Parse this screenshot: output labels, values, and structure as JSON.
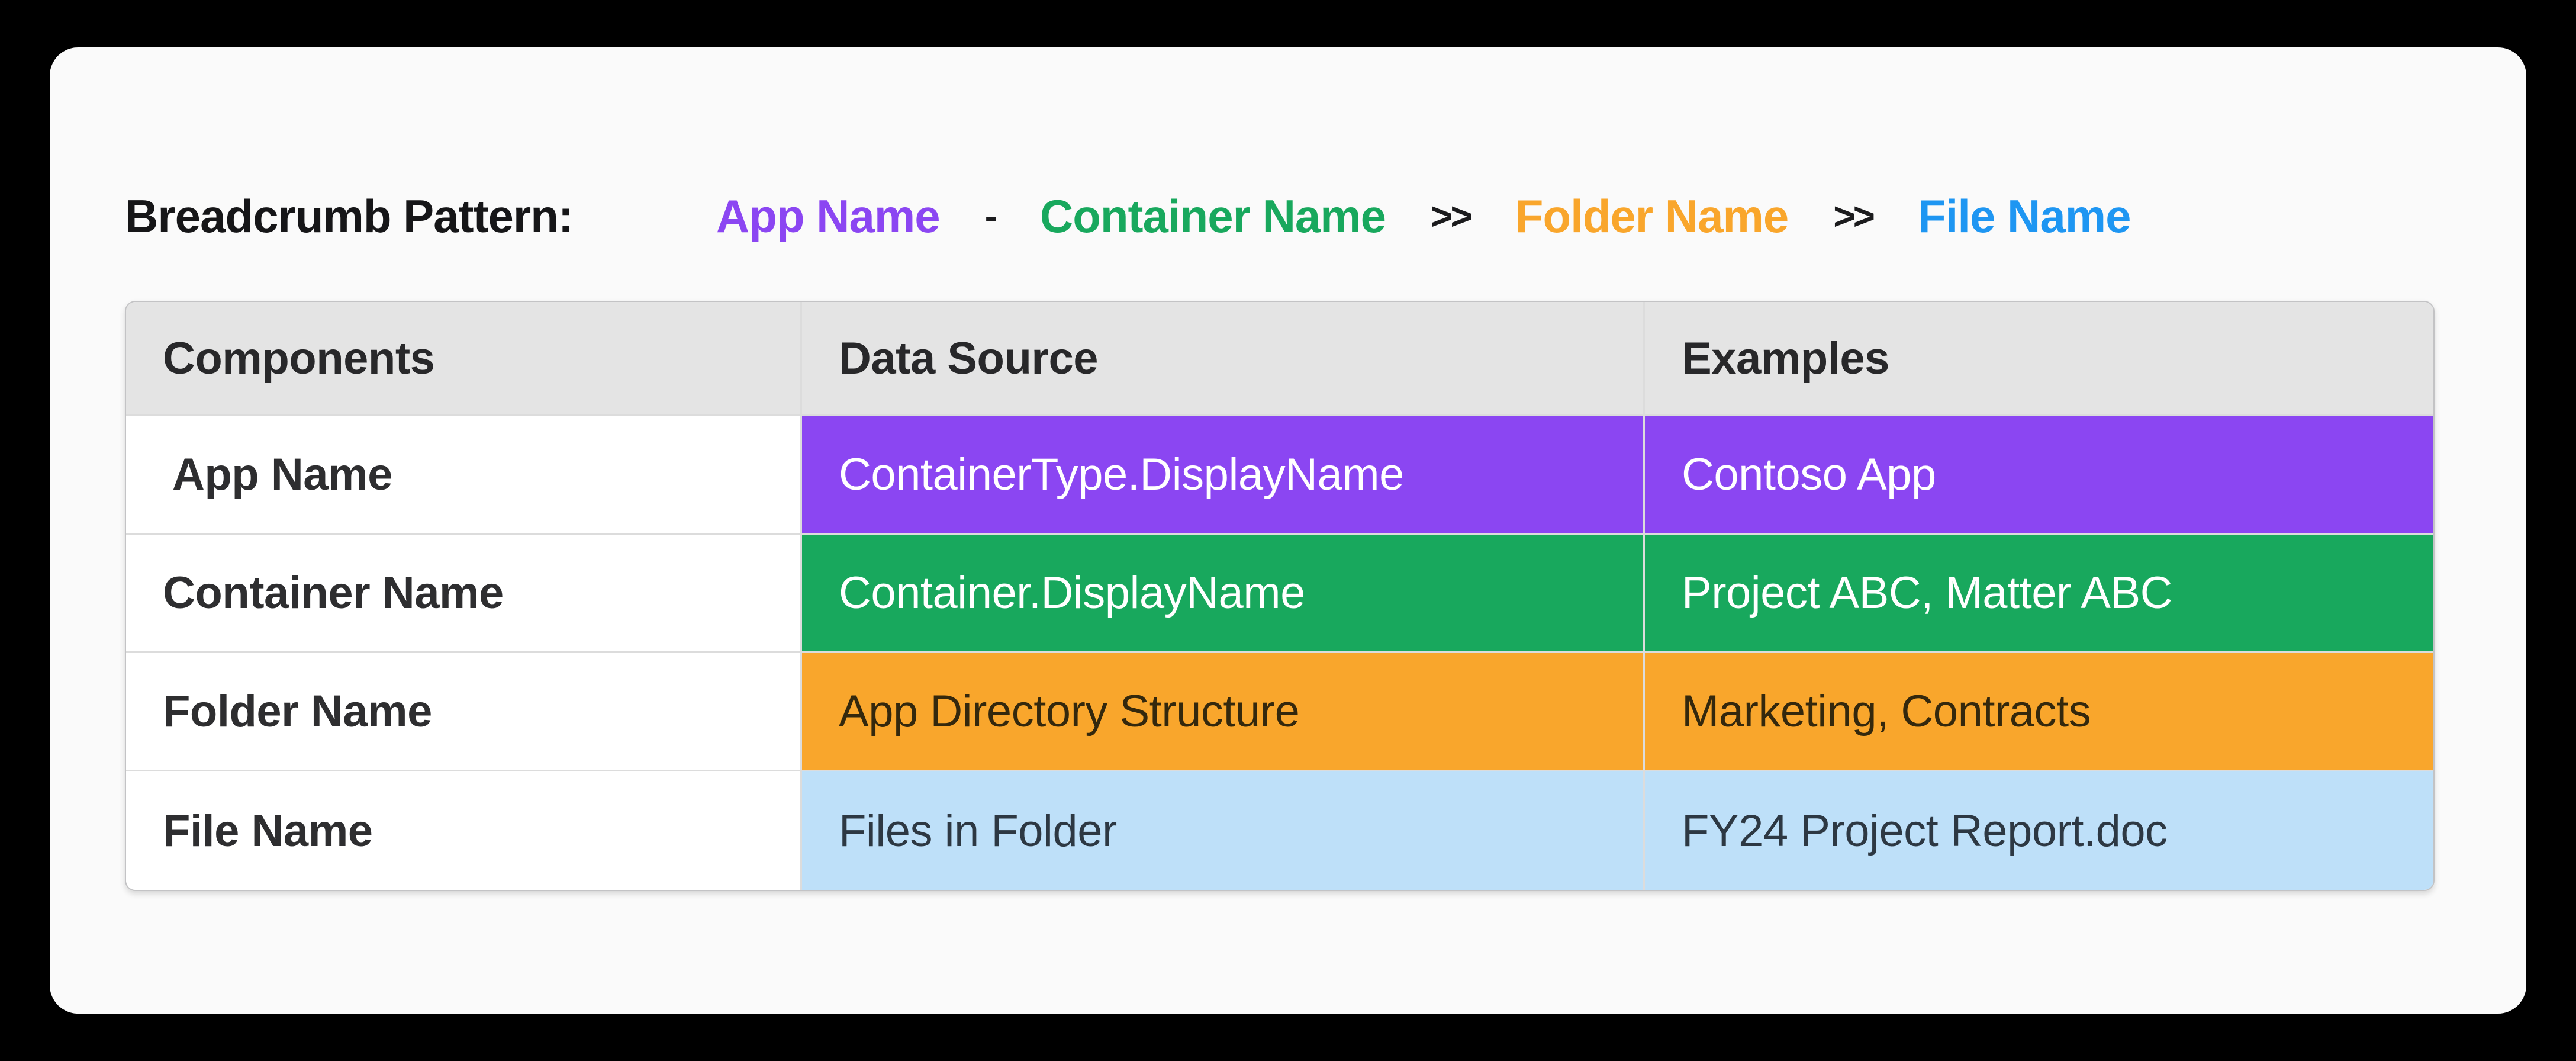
{
  "page": {
    "background": "#000000",
    "card_background": "#FAFAFA"
  },
  "breadcrumb": {
    "label": "Breadcrumb Pattern:",
    "items": [
      {
        "label": "App Name",
        "color": "#8B46F2"
      },
      {
        "label": "Container Name",
        "color": "#18A85D"
      },
      {
        "label": "Folder Name",
        "color": "#F9A62C"
      },
      {
        "label": "File Name",
        "color": "#1E96F2"
      }
    ],
    "separators": [
      "-",
      ">>",
      ">>"
    ]
  },
  "table": {
    "headers": [
      "Components",
      "Data Source",
      "Examples"
    ],
    "rows": [
      {
        "component": "App Name",
        "data_source": "ContainerType.DisplayName",
        "example": "Contoso App",
        "bg": "#8B46F2",
        "text_color": "#FFFFFF"
      },
      {
        "component": "Container Name",
        "data_source": "Container.DisplayName",
        "example": "Project ABC, Matter ABC",
        "bg": "#18A85D",
        "text_color": "#FFFFFF"
      },
      {
        "component": "Folder Name",
        "data_source": "App Directory Structure",
        "example": "Marketing, Contracts",
        "bg": "#F9A62C",
        "text_color": "#34280D"
      },
      {
        "component": "File Name",
        "data_source": "Files in Folder",
        "example": "FY24 Project Report.doc",
        "bg": "#BEE0F9",
        "text_color": "#2D3843"
      }
    ]
  }
}
